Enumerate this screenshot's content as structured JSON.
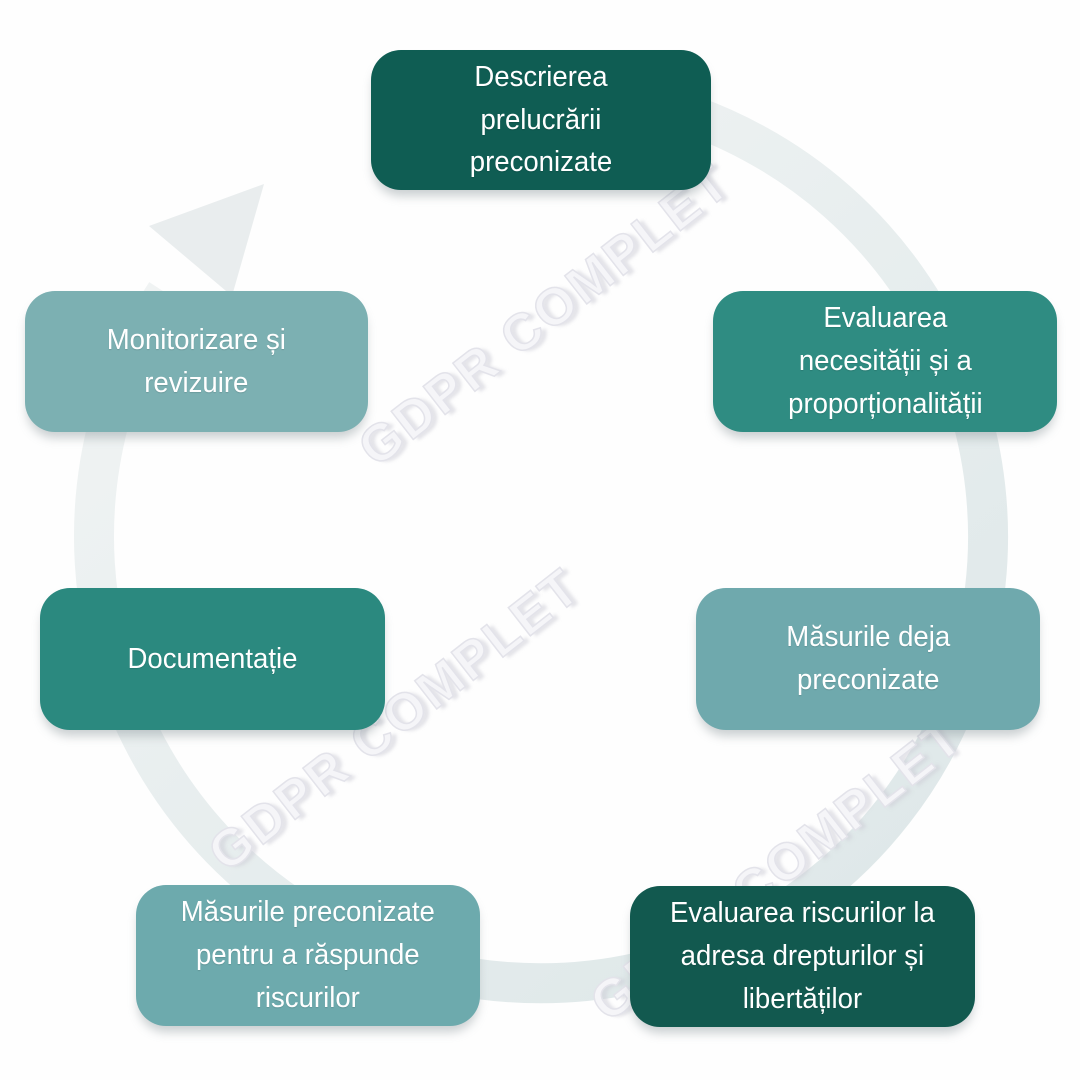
{
  "diagram": {
    "topic": "DPIA / GDPR process cycle",
    "watermark": {
      "text": "GDPR COMPLET"
    },
    "ring": {
      "color_light": "#f1f4f4",
      "color_dark": "#dde7e8",
      "arrow_color": "#e9edee",
      "direction": "clockwise"
    },
    "steps": [
      {
        "position": "top-center",
        "label": "Descrierea\nprelucrării\npreconizate",
        "color": "#0f5d53"
      },
      {
        "position": "right-upper",
        "label": "Evaluarea\nnecesității și a\nproporționalității",
        "color": "#2f8c82"
      },
      {
        "position": "right-lower",
        "label": "Măsurile deja\npreconizate",
        "color": "#6fa9ad"
      },
      {
        "position": "bottom-right",
        "label": "Evaluarea riscurilor la\nadresa drepturilor și\nlibertăților",
        "color": "#12594f"
      },
      {
        "position": "bottom-left",
        "label": "Măsurile preconizate\npentru a răspunde\nriscurilor",
        "color": "#6daaad"
      },
      {
        "position": "left-middle",
        "label": "Documentație",
        "color": "#2b897f"
      },
      {
        "position": "left-upper",
        "label": "Monitorizare și\nrevizuire",
        "color": "#7cb0b2"
      }
    ]
  }
}
